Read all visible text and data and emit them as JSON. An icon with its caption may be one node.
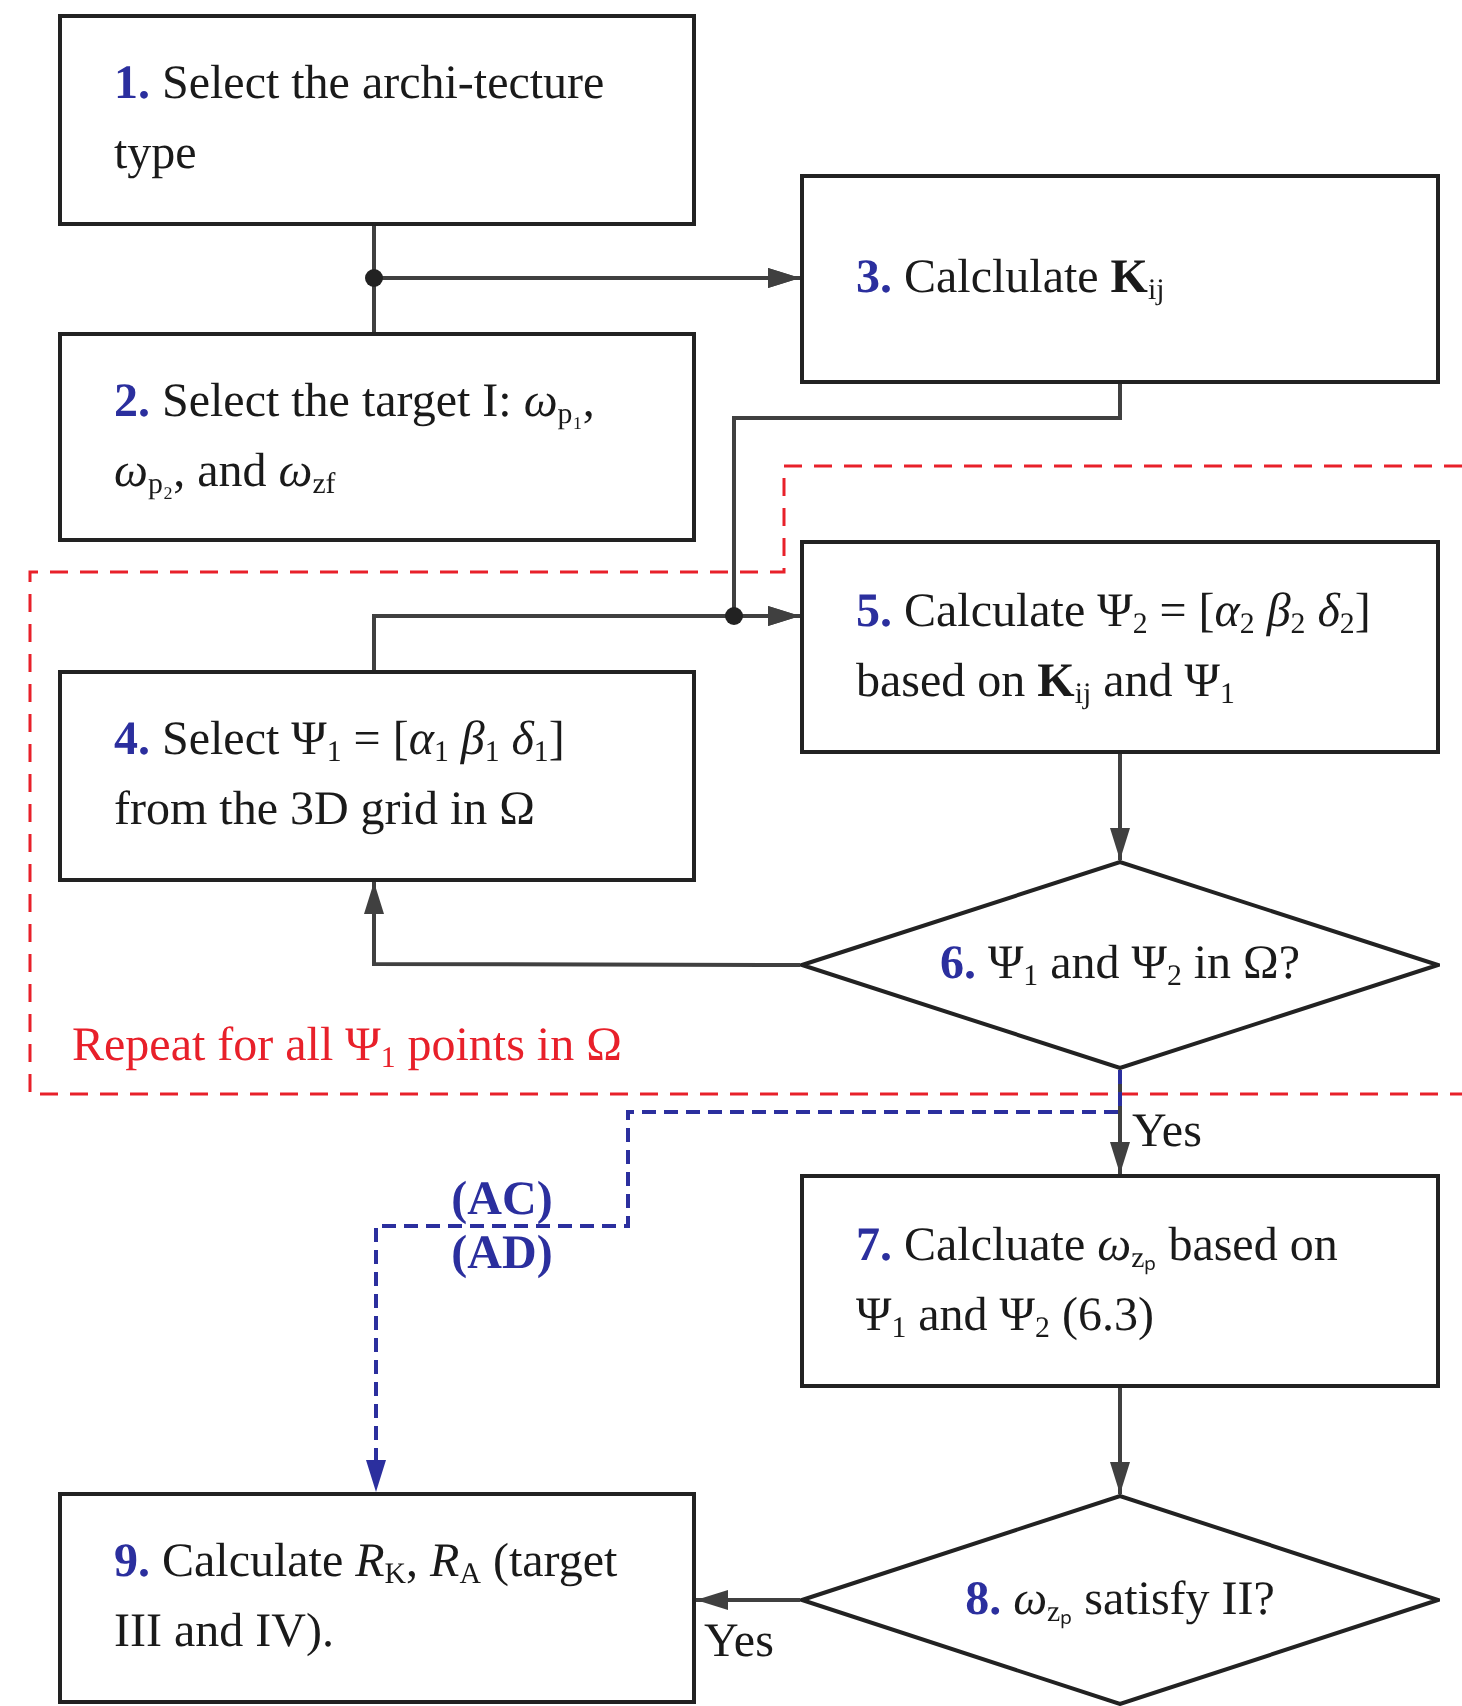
{
  "diagram": {
    "nodes": [
      {
        "text": [
          "**1.** Select the archi-tecture type"
        ]
      },
      {
        "text": [
          "**2.** Select the target I: *ω*$_{p₁}$, *ω*$_{p₂}$, and *ω*$_{zf}$"
        ]
      },
      {
        "text": [
          "**3.** Calclulate **K**$_{ij}$"
        ]
      },
      {
        "text": [
          "Repeat for all Ψ$_{1}$ points in Ω"
        ]
      },
      {
        "text": [
          "**4.** Select Ψ$_{1}$ = [*α*$_{1}$ *β*$_{1}$ *δ*$_{1}$] from the 3D grid in Ω"
        ],
        "in": 3
      },
      {
        "text": [
          "**5.** Calculate Ψ$_{2}$ = [*α*$_{2}$ *β*$_{2}$ *δ*$_{2}$] based on **K**$_{ij}$ and Ψ$_{1}$"
        ],
        "in": 3
      },
      {
        "text": [
          "**6.** Ψ$_{1}$ and Ψ$_{2}$ in Ω?"
        ],
        "in": 3
      },
      {
        "text": [
          "**7.** Calcluate *ω*$_{zₚ}$ based on Ψ$_{1}$ and Ψ$_{2}$ (6.3)"
        ]
      },
      {
        "text": [
          "**8.** *ω*$_{zₚ}$ satisfy II?"
        ]
      },
      {
        "text": [
          "**9.** Calculate *R*$_{K}$, *R*$_{A}$ (target III and IV)."
        ]
      }
    ],
    "edges": [
      {
        "from": 0,
        "to": 2,
        "arrow": "to"
      },
      {
        "from": 1,
        "to": 2,
        "arrow": "to"
      },
      {
        "from": 2,
        "to": 5,
        "arrow": "to"
      },
      {
        "from": 4,
        "to": 5,
        "arrow": "to"
      },
      {
        "from": 5,
        "to": 6,
        "arrow": "to"
      },
      {
        "from": 6,
        "to": 4,
        "arrow": "to"
      },
      {
        "from": 6,
        "to": 7,
        "arrow": "to",
        "label": "Yes"
      },
      {
        "from": 6,
        "to": 9,
        "arrow": "to",
        "label": "(AC) (AD)",
        "style": "dashed",
        "color": "#2b2f9e"
      },
      {
        "from": 7,
        "to": 8,
        "arrow": "to"
      },
      {
        "from": 8,
        "to": 9,
        "arrow": "to",
        "label": "Yes"
      }
    ]
  }
}
